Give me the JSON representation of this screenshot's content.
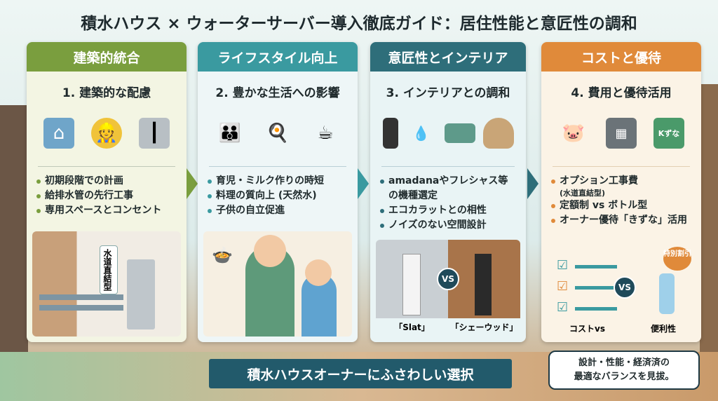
{
  "title": "積水ハウス × ウォーターサーバー導入徹底ガイド：居住性能と意匠性の調和",
  "colors": {
    "green": "#7a9e3e",
    "teal": "#3a9aa0",
    "dark_teal": "#2e6e7a",
    "orange": "#e08a3a"
  },
  "cards": [
    {
      "header": "建築的統合",
      "subtitle": "1. 建築的な配慮",
      "icons": [
        "blueprint-house-icon",
        "worker-icon",
        "pipe-icon"
      ],
      "bullets": [
        "初期段階での計画",
        "給排水管の先行工事",
        "専用スペースとコンセント"
      ],
      "image_label": "水道直結型"
    },
    {
      "header": "ライフスタイル向上",
      "subtitle": "2. 豊かな生活への影響",
      "icons": [
        "family-icon",
        "kitchen-icon",
        "coffee-icon"
      ],
      "bullets": [
        "育児・ミルク作りの時短",
        "料理の質向上 (天然水)",
        "子供の自立促進"
      ]
    },
    {
      "header": "意匠性とインテリア",
      "subtitle": "3. インテリアとの調和",
      "icons": [
        "water-server-icon",
        "water-drop-icon",
        "sofa-icon",
        "vase-icon"
      ],
      "bullets": [
        "amadanaやフレシャス等の機種選定",
        "エコカラットとの相性",
        "ノイズのない空間設計"
      ],
      "compare": {
        "left": "「Slat」",
        "vs": "VS",
        "right": "「シェーウッド」"
      }
    },
    {
      "header": "コストと優待",
      "subtitle": "4. 費用と優待活用",
      "icons": [
        "piggy-bank-icon",
        "calculator-icon",
        "gift-icon"
      ],
      "gift_label": "Kずな",
      "bullets": [
        "オプション工事費",
        "定額制 vs ボトル型",
        "オーナー優待「きずな」活用"
      ],
      "bullet_note": "(水道直結型)",
      "badge": "特別割引",
      "vs": "VS",
      "left_label": "コストvs",
      "right_label": "便利性"
    }
  ],
  "banner": "積水ハウスオーナーにふさわしい選択",
  "bubble": [
    "設計・性能・経済済の",
    "最適なバランスを見拔。"
  ]
}
